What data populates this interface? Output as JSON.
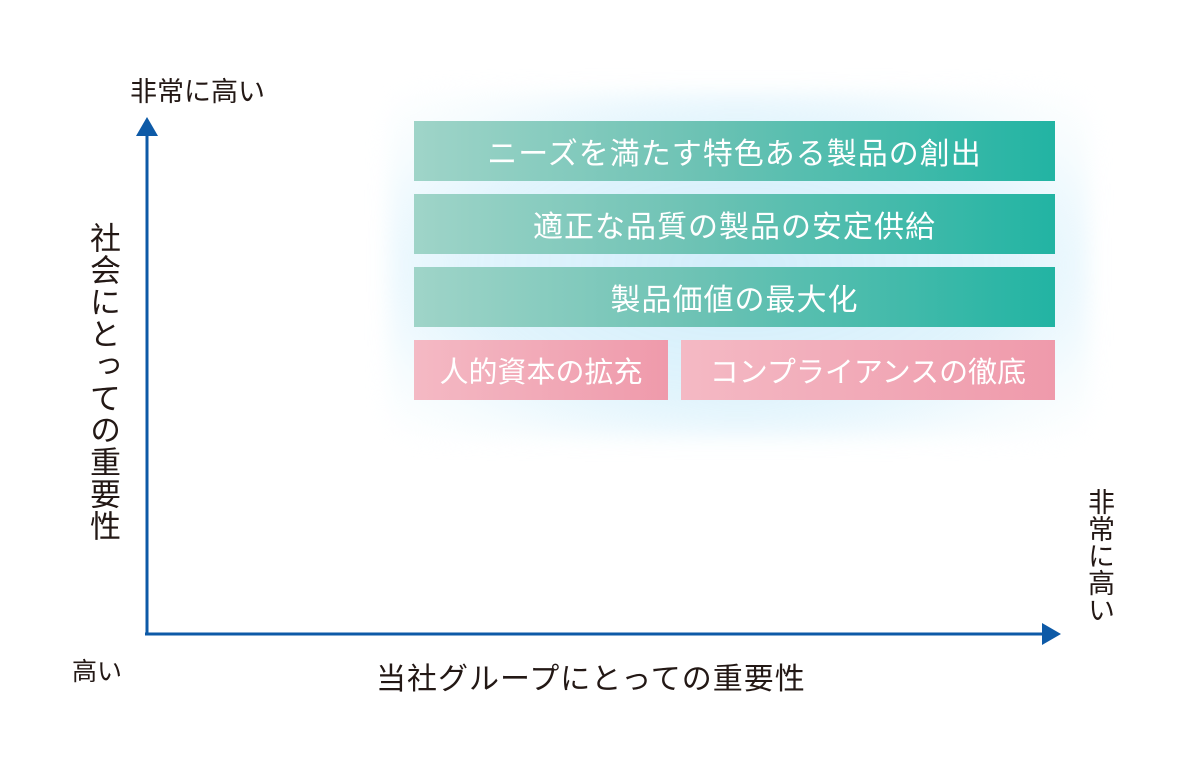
{
  "axes": {
    "y_high_label": "非常に高い",
    "y_title": "社会にとっての重要性",
    "x_high_label": "非常に高い",
    "x_title": "当社グループにとっての重要性",
    "origin_label": "高い",
    "axis_color": "#0d5aa7"
  },
  "materiality": {
    "teal_items": [
      "ニーズを満たす特色ある製品の創出",
      "適正な品質の製品の安定供給",
      "製品価値の最大化"
    ],
    "pink_items": [
      "人的資本の拡充",
      "コンプライアンスの徹底"
    ],
    "colors": {
      "teal": "#22b4a3",
      "pink": "#ef9aab",
      "glow": "#d6effa"
    }
  }
}
